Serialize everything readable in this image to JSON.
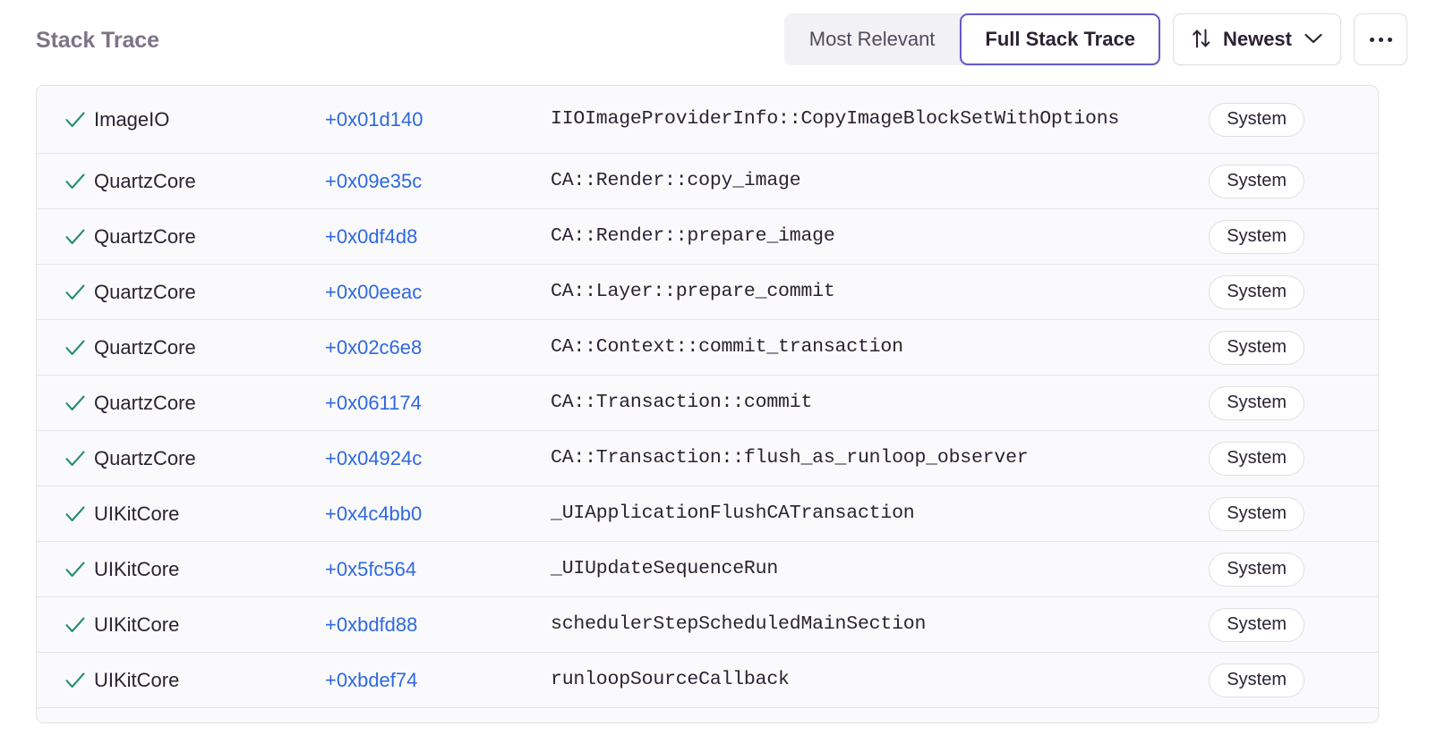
{
  "header": {
    "title": "Stack Trace",
    "segmented": {
      "options": [
        {
          "label": "Most Relevant",
          "selected": false
        },
        {
          "label": "Full Stack Trace",
          "selected": true
        }
      ]
    },
    "sort": {
      "icon": "sort-arrows-icon",
      "label": "Newest",
      "chevron": "chevron-down-icon"
    },
    "more": {
      "icon": "ellipsis-icon",
      "label": "..."
    }
  },
  "colors": {
    "accent_purple": "#6559c8",
    "link_blue": "#2f68e0",
    "check_green": "#268e72",
    "title_gray": "#7b7489",
    "text_dark": "#2b2233",
    "row_bg": "#fafafc",
    "row_border": "#e7e5ec",
    "segment_bg": "#f2f1f5"
  },
  "frames": [
    {
      "status_icon": "checkmark-icon",
      "package": "ImageIO",
      "offset": "+0x01d140",
      "function": "IIOImageProviderInfo::CopyImageBlockSetWithOptions",
      "badge": "System",
      "tall": true
    },
    {
      "status_icon": "checkmark-icon",
      "package": "QuartzCore",
      "offset": "+0x09e35c",
      "function": "CA::Render::copy_image",
      "badge": "System",
      "tall": false
    },
    {
      "status_icon": "checkmark-icon",
      "package": "QuartzCore",
      "offset": "+0x0df4d8",
      "function": "CA::Render::prepare_image",
      "badge": "System",
      "tall": false
    },
    {
      "status_icon": "checkmark-icon",
      "package": "QuartzCore",
      "offset": "+0x00eeac",
      "function": "CA::Layer::prepare_commit",
      "badge": "System",
      "tall": false
    },
    {
      "status_icon": "checkmark-icon",
      "package": "QuartzCore",
      "offset": "+0x02c6e8",
      "function": "CA::Context::commit_transaction",
      "badge": "System",
      "tall": false
    },
    {
      "status_icon": "checkmark-icon",
      "package": "QuartzCore",
      "offset": "+0x061174",
      "function": "CA::Transaction::commit",
      "badge": "System",
      "tall": false
    },
    {
      "status_icon": "checkmark-icon",
      "package": "QuartzCore",
      "offset": "+0x04924c",
      "function": "CA::Transaction::flush_as_runloop_observer",
      "badge": "System",
      "tall": false
    },
    {
      "status_icon": "checkmark-icon",
      "package": "UIKitCore",
      "offset": "+0x4c4bb0",
      "function": "_UIApplicationFlushCATransaction",
      "badge": "System",
      "tall": false
    },
    {
      "status_icon": "checkmark-icon",
      "package": "UIKitCore",
      "offset": "+0x5fc564",
      "function": "_UIUpdateSequenceRun",
      "badge": "System",
      "tall": false
    },
    {
      "status_icon": "checkmark-icon",
      "package": "UIKitCore",
      "offset": "+0xbdfd88",
      "function": "schedulerStepScheduledMainSection",
      "badge": "System",
      "tall": false
    },
    {
      "status_icon": "checkmark-icon",
      "package": "UIKitCore",
      "offset": "+0xbdef74",
      "function": "runloopSourceCallback",
      "badge": "System",
      "tall": false
    }
  ]
}
